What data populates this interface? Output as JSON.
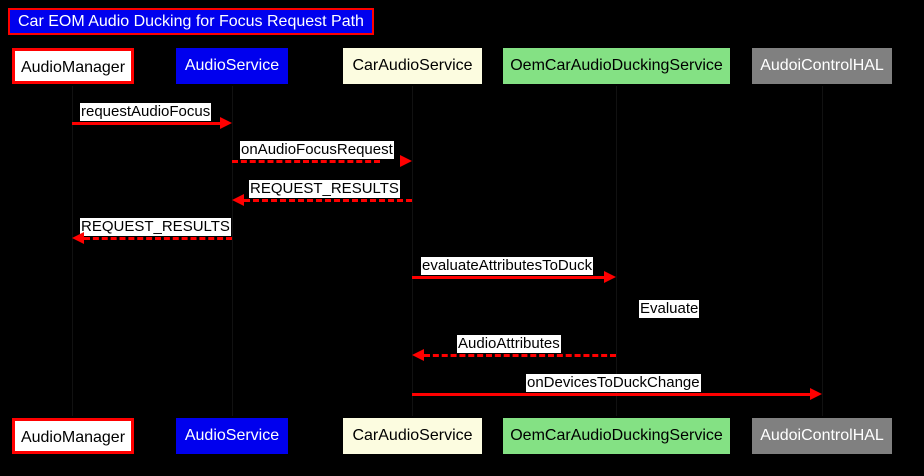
{
  "diagram": {
    "kind": "sequence-diagram",
    "title": "Car EOM Audio Ducking for Focus Request Path",
    "background_color": "#000000",
    "accent_color": "#ff0000",
    "participants": [
      {
        "id": "audiomanager",
        "label": "AudioManager",
        "fill": "#ffffff",
        "text_color": "#000000",
        "border_color": "#ff0000"
      },
      {
        "id": "audioservice",
        "label": "AudioService",
        "fill": "#0000ee",
        "text_color": "#ffffff",
        "border_color": "#0000ee"
      },
      {
        "id": "caraudioservice",
        "label": "CarAudioService",
        "fill": "#fcfce0",
        "text_color": "#000000",
        "border_color": "#fcfce0"
      },
      {
        "id": "oemcarduck",
        "label": "OemCarAudioDuckingService",
        "fill": "#84e184",
        "text_color": "#000000",
        "border_color": "#84e184"
      },
      {
        "id": "audiocontrolhal",
        "label": "AudoiControlHAL",
        "fill": "#808080",
        "text_color": "#ffffff",
        "border_color": "#808080"
      }
    ],
    "messages": [
      {
        "id": "m1",
        "label": "requestAudioFocus",
        "from": "audiomanager",
        "to": "audioservice",
        "direction": "right",
        "style": "solid"
      },
      {
        "id": "m2",
        "label": "onAudioFocusRequest",
        "from": "audioservice",
        "to": "caraudioservice",
        "direction": "right",
        "style": "dashed"
      },
      {
        "id": "m3",
        "label": "REQUEST_RESULTS",
        "from": "caraudioservice",
        "to": "audioservice",
        "direction": "left",
        "style": "dashed"
      },
      {
        "id": "m4",
        "label": "REQUEST_RESULTS",
        "from": "audioservice",
        "to": "audiomanager",
        "direction": "left",
        "style": "dashed"
      },
      {
        "id": "m5",
        "label": "evaluateAttributesToDuck",
        "from": "caraudioservice",
        "to": "oemcarduck",
        "direction": "right",
        "style": "solid"
      },
      {
        "id": "m6",
        "label": "AudioAttributes",
        "from": "oemcarduck",
        "to": "caraudioservice",
        "direction": "left",
        "style": "dashed"
      },
      {
        "id": "m7",
        "label": "onDevicesToDuckChange",
        "from": "caraudioservice",
        "to": "audiocontrolhal",
        "direction": "right",
        "style": "solid"
      }
    ],
    "notes": [
      {
        "id": "n1",
        "label": "Evaluate",
        "on": "oemcarduck"
      }
    ]
  }
}
